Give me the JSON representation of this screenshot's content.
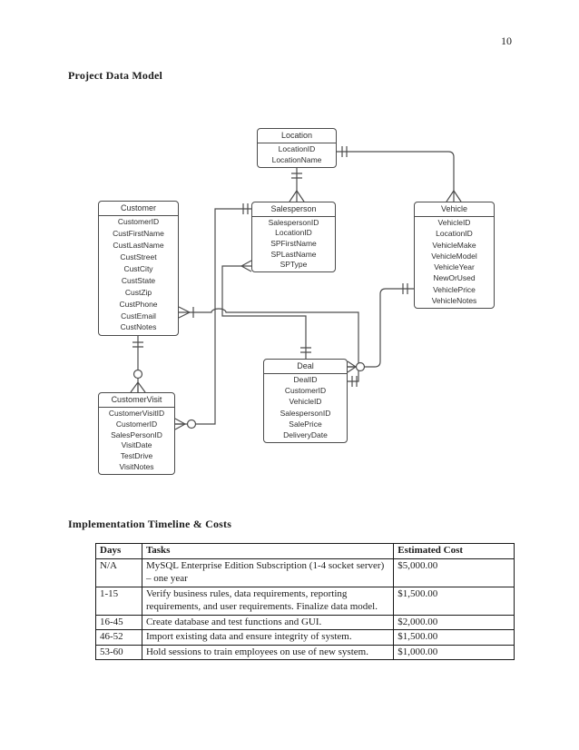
{
  "page": {
    "number": "10"
  },
  "headings": {
    "data_model": "Project Data Model",
    "timeline": "Implementation Timeline & Costs"
  },
  "diagram": {
    "entities": [
      {
        "id": "location",
        "title": "Location",
        "fields": [
          "LocationID",
          "LocationName"
        ]
      },
      {
        "id": "customer",
        "title": "Customer",
        "fields": [
          "CustomerID",
          "CustFirstName",
          "CustLastName",
          "CustStreet",
          "CustCity",
          "CustState",
          "CustZip",
          "CustPhone",
          "CustEmail",
          "CustNotes"
        ]
      },
      {
        "id": "salesperson",
        "title": "Salesperson",
        "fields": [
          "SalespersonID",
          "LocationID",
          "SPFirstName",
          "SPLastName",
          "SPType"
        ]
      },
      {
        "id": "vehicle",
        "title": "Vehicle",
        "fields": [
          "VehicleID",
          "LocationID",
          "VehicleMake",
          "VehicleModel",
          "VehicleYear",
          "NewOrUsed",
          "VehiclePrice",
          "VehicleNotes"
        ]
      },
      {
        "id": "deal",
        "title": "Deal",
        "fields": [
          "DealID",
          "CustomerID",
          "VehicleID",
          "SalespersonID",
          "SalePrice",
          "DeliveryDate"
        ]
      },
      {
        "id": "customervisit",
        "title": "CustomerVisit",
        "fields": [
          "CustomerVisitID",
          "CustomerID",
          "SalesPersonID",
          "VisitDate",
          "TestDrive",
          "VisitNotes"
        ]
      }
    ]
  },
  "table": {
    "headers": [
      "Days",
      "Tasks",
      "Estimated Cost"
    ],
    "rows": [
      {
        "days": "N/A",
        "task": "MySQL Enterprise Edition Subscription (1-4 socket server) – one year",
        "cost": "$5,000.00"
      },
      {
        "days": "1-15",
        "task": "Verify business rules, data requirements, reporting requirements, and user requirements. Finalize data model.",
        "cost": "$1,500.00"
      },
      {
        "days": "16-45",
        "task": "Create database and test functions and GUI.",
        "cost": "$2,000.00"
      },
      {
        "days": "46-52",
        "task": "Import existing data and ensure integrity of system.",
        "cost": "$1,500.00"
      },
      {
        "days": "53-60",
        "task": "Hold sessions to train employees on use of new system.",
        "cost": "$1,000.00"
      }
    ]
  },
  "colors": {
    "line": "#4d4d4d",
    "ink": "#1c1c1c",
    "background": "#ffffff"
  }
}
